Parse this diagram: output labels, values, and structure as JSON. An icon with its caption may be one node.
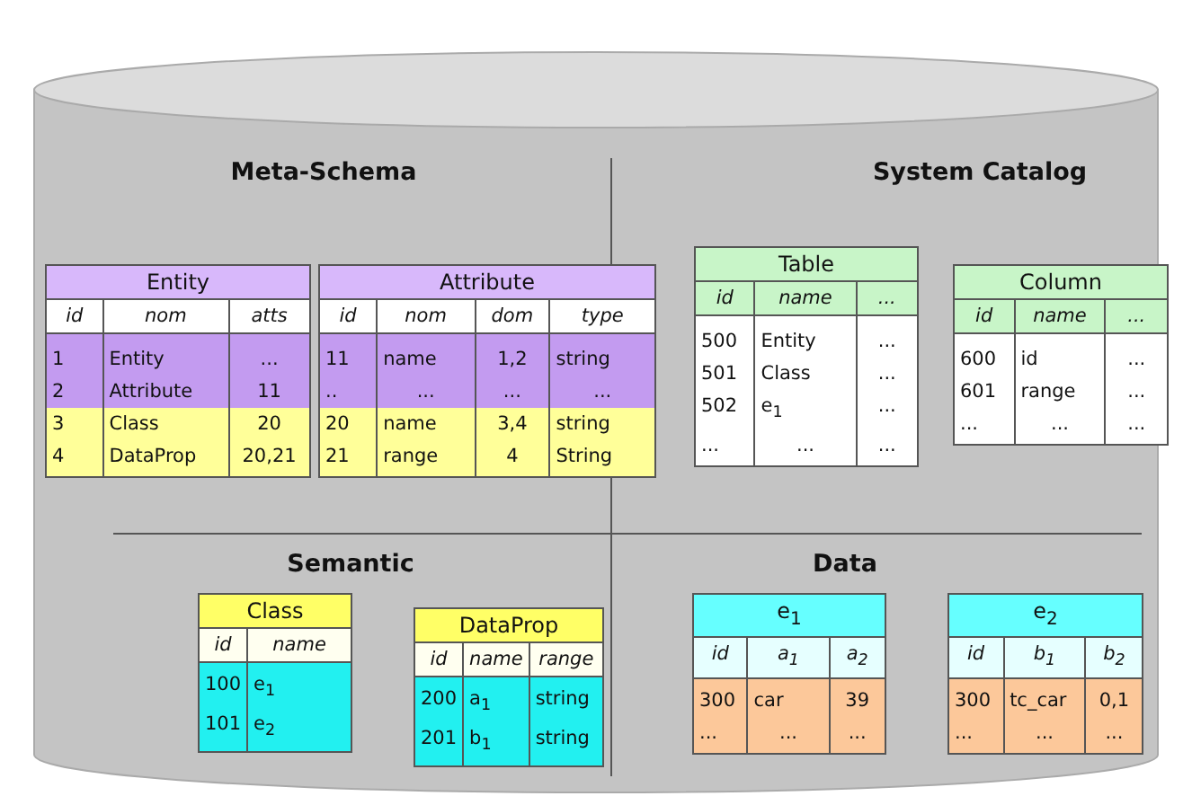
{
  "diagram": {
    "nodes": [
      {
        "text": [],
        "shape": "cylinder"
      },
      {
        "text": [
          "Entity",
          "id",
          "nom",
          "atts",
          "1",
          "Entity",
          "...",
          "2",
          "Attribute",
          "11",
          "3",
          "Class",
          "20",
          "4",
          "DataProp",
          "20,21"
        ],
        "in": 0
      },
      {
        "text": [
          "Attribute",
          "id",
          "nom",
          "dom",
          "type",
          "11",
          "name",
          "1,2",
          "string",
          "..",
          "...",
          "...",
          "...",
          "20",
          "name",
          "3,4",
          "string",
          "21",
          "range",
          "4",
          "String"
        ],
        "in": 0
      },
      {
        "text": [
          "Table",
          "id",
          "name",
          "...",
          "500",
          "Entity",
          "...",
          "501",
          "Class",
          "...",
          "502",
          "e$_{1}$",
          "...",
          "...",
          "...",
          "..."
        ],
        "in": 0
      },
      {
        "text": [
          "Column",
          "id",
          "name",
          "...",
          "600",
          "id",
          "...",
          "601",
          "range",
          "...",
          "...",
          "...",
          "..."
        ],
        "in": 0
      },
      {
        "text": [
          "Class",
          "id",
          "name",
          "100",
          "e$_{1}$",
          "101",
          "e$_{2}$"
        ],
        "in": 0
      },
      {
        "text": [
          "DataProp",
          "id",
          "name",
          "range",
          "200",
          "a$_{1}$",
          "string",
          "201",
          "b$_{1}$",
          "string"
        ],
        "in": 0
      },
      {
        "text": [
          "e$_{1}$",
          "id",
          "a$_{1}$",
          "a$_{2}$",
          "300",
          "car",
          "39",
          "...",
          "...",
          "..."
        ],
        "in": 0
      },
      {
        "text": [
          "e$_{2}$",
          "id",
          "b$_{1}$",
          "b$_{2}$",
          "300",
          "tc_car",
          "0,1",
          "...",
          "...",
          "..."
        ],
        "in": 0
      }
    ],
    "edges": [],
    "labels": [
      "Meta-Schema",
      "System Catalog",
      "Semantic",
      "Data"
    ]
  }
}
